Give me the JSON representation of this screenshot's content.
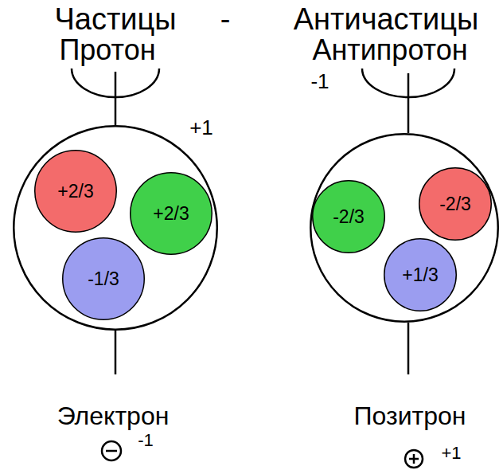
{
  "diagram": {
    "nodes": [
      {
        "text": [
          "Протон",
          "+1"
        ]
      },
      {
        "text": [
          "+2/3"
        ],
        "in": 0
      },
      {
        "text": [
          "+2/3"
        ],
        "in": 0
      },
      {
        "text": [
          "-1/3"
        ],
        "in": 0
      },
      {
        "text": [
          "Антипротон",
          "-1"
        ]
      },
      {
        "text": [
          "-2/3"
        ],
        "in": 4
      },
      {
        "text": [
          "-2/3"
        ],
        "in": 4
      },
      {
        "text": [
          "+1/3"
        ],
        "in": 4
      }
    ],
    "labels": [
      "Частицы",
      "-",
      "Античастицы",
      "Электрон",
      "-1",
      "Позитрон",
      "+1"
    ]
  }
}
